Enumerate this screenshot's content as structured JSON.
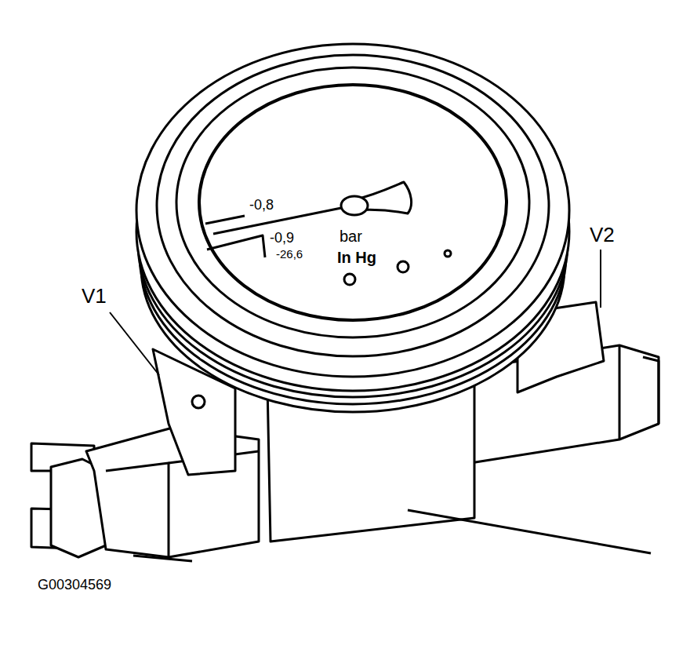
{
  "diagram": {
    "labels": [
      "-0,8",
      "-0,9",
      "-26,6",
      "bar",
      "In Hg",
      "V1",
      "V2",
      "G00304569"
    ]
  }
}
